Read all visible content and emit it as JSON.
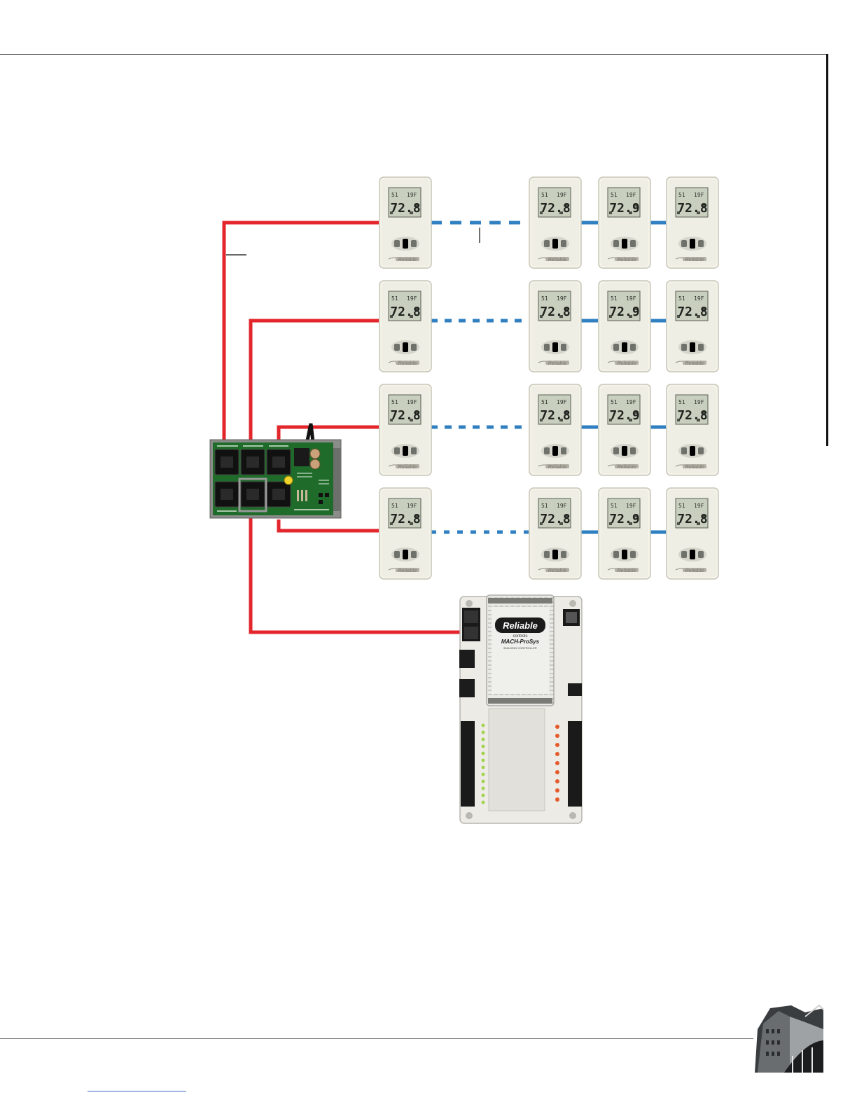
{
  "thermostat": {
    "setpoint_left": "51",
    "setpoint_right": "19F",
    "reading_primary": "72.8",
    "reading_alt": "72.9",
    "brand": "Reliable"
  },
  "controller": {
    "brand": "Reliable",
    "brand_sub": "controls",
    "model": "MACH-ProSys",
    "model_sub": "BUILDING CONTROLLER"
  },
  "colors": {
    "cable_red": "#e3262b",
    "link_blue": "#2f7fc1",
    "pcb_green": "#1e6b2a",
    "thermostat_body": "#efeee4"
  },
  "icons": {
    "corner_logo": "building-photo-icon",
    "rj_jack": "rj45-jack-icon"
  }
}
